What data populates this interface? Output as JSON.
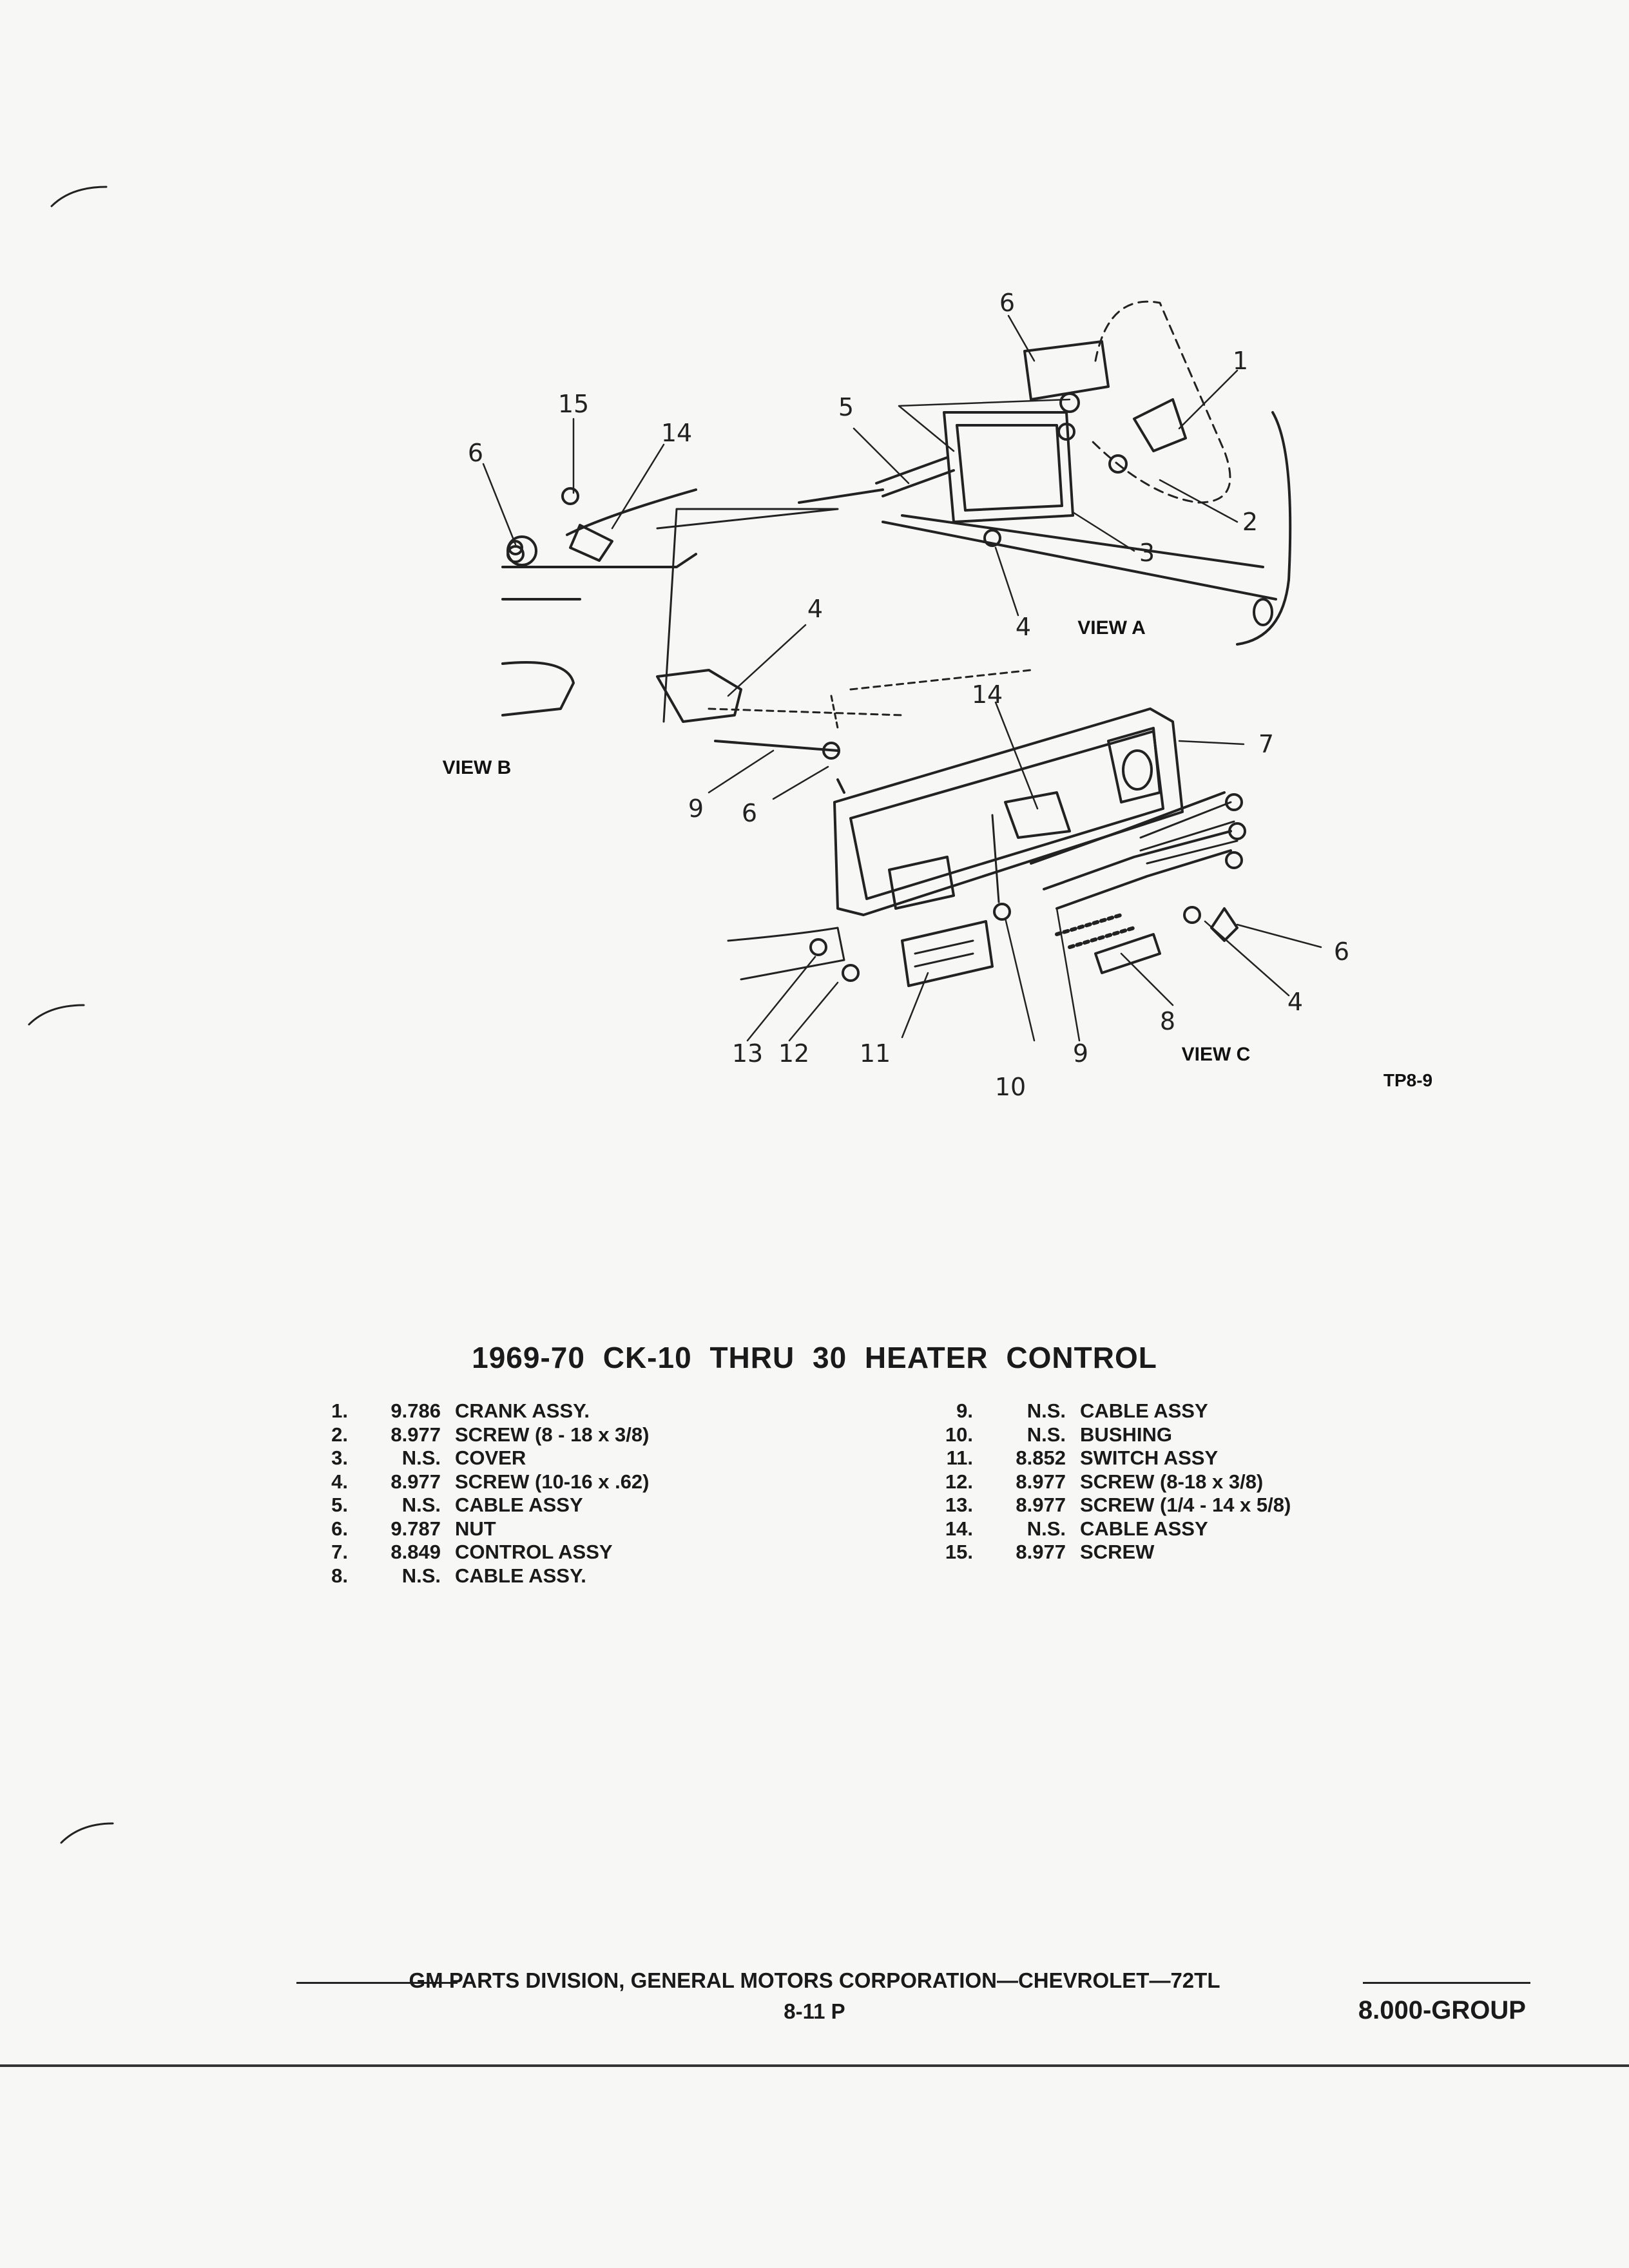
{
  "figure": {
    "callouts": {
      "a1": "1",
      "a2": "2",
      "a3": "3",
      "a4": "4",
      "a5": "5",
      "a6": "6",
      "b4": "4",
      "b6": "6",
      "b6b": "6",
      "b9": "9",
      "b14": "14",
      "b15": "15",
      "c4": "4",
      "c6": "6",
      "c7": "7",
      "c8": "8",
      "c9": "9",
      "c10": "10",
      "c11": "11",
      "c12": "12",
      "c13": "13",
      "c14": "14"
    },
    "views": {
      "a": "VIEW A",
      "b": "VIEW B",
      "c": "VIEW C"
    },
    "ref": "TP8-9"
  },
  "title": "1969-70 CK-10 THRU 30 HEATER CONTROL",
  "parts_left": [
    {
      "num": "1.",
      "code": "9.786",
      "name": "CRANK ASSY."
    },
    {
      "num": "2.",
      "code": "8.977",
      "name": "SCREW (8 - 18 x 3/8)"
    },
    {
      "num": "3.",
      "code": "N.S.",
      "name": "COVER"
    },
    {
      "num": "4.",
      "code": "8.977",
      "name": "SCREW (10-16 x .62)"
    },
    {
      "num": "5.",
      "code": "N.S.",
      "name": "CABLE ASSY"
    },
    {
      "num": "6.",
      "code": "9.787",
      "name": "NUT"
    },
    {
      "num": "7.",
      "code": "8.849",
      "name": "CONTROL ASSY"
    },
    {
      "num": "8.",
      "code": "N.S.",
      "name": "CABLE ASSY."
    }
  ],
  "parts_right": [
    {
      "num": "9.",
      "code": "N.S.",
      "name": "CABLE ASSY"
    },
    {
      "num": "10.",
      "code": "N.S.",
      "name": "BUSHING"
    },
    {
      "num": "11.",
      "code": "8.852",
      "name": "SWITCH ASSY"
    },
    {
      "num": "12.",
      "code": "8.977",
      "name": "SCREW (8-18 x 3/8)"
    },
    {
      "num": "13.",
      "code": "8.977",
      "name": "SCREW (1/4 - 14 x 5/8)"
    },
    {
      "num": "14.",
      "code": "N.S.",
      "name": "CABLE ASSY"
    },
    {
      "num": "15.",
      "code": "8.977",
      "name": "SCREW"
    }
  ],
  "footer": {
    "text": "GM PARTS DIVISION, GENERAL MOTORS CORPORATION—CHEVROLET—72TL",
    "page": "8-11 P",
    "group": "8.000-GROUP"
  }
}
